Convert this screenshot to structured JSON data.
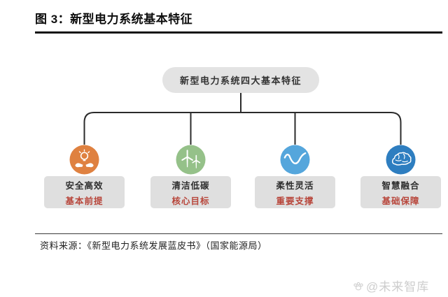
{
  "page": {
    "title": "图 3：新型电力系统基本特征",
    "source": "资料来源：《新型电力系统发展蓝皮书》（国家能源局）",
    "watermark": "@未来智库"
  },
  "diagram": {
    "root_label": "新型电力系统四大基本特征",
    "nodes": [
      {
        "label": "安全高效",
        "tag": "基本前提",
        "icon": "hands-holding-bulb-icon",
        "color": "#DF8140"
      },
      {
        "label": "清洁低碳",
        "tag": "核心目标",
        "icon": "wind-turbines-icon",
        "color": "#95C189"
      },
      {
        "label": "柔性灵活",
        "tag": "重要支撑",
        "icon": "wave-icon",
        "color": "#55A6DC"
      },
      {
        "label": "智慧融合",
        "tag": "基础保障",
        "icon": "brain-icon",
        "color": "#2E7EC0"
      }
    ]
  },
  "colors": {
    "tag_red": "#B8463B",
    "card_bg": "#DFDFDF",
    "root_bg": "#E3E3E3",
    "connector": "#2B2B2B",
    "watermark_gray": "#CDCDCD"
  }
}
